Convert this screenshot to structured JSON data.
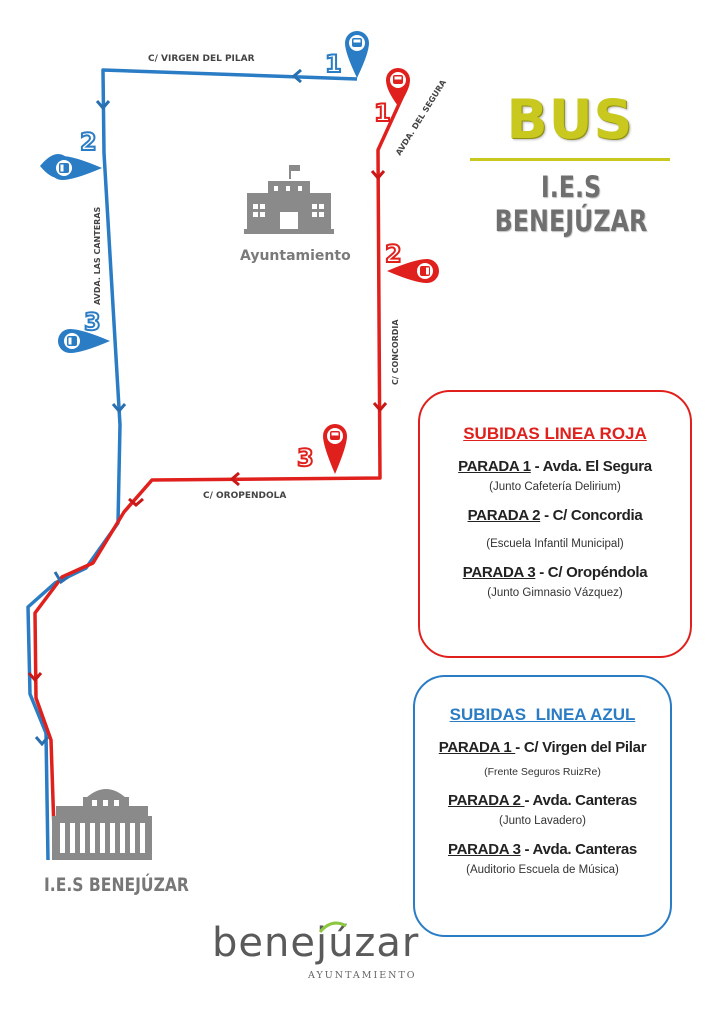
{
  "header": {
    "title": "BUS",
    "subtitle": "I.E.S BENEJÚZAR",
    "title_color": "#c8c81e"
  },
  "map": {
    "streets": {
      "virgen_del_pilar": "C/ VIRGEN DEL PILAR",
      "avda_del_segura": "AVDA. DEL SEGURA",
      "avda_las_canteras": "AVDA. LAS CANTERAS",
      "concordia": "C/ CONCORDIA",
      "oropendola": "C/ OROPENDOLA"
    },
    "landmarks": {
      "town_hall": "Ayuntamiento",
      "school": "I.E.S BENEJÚZAR"
    },
    "red_markers": [
      "1",
      "2",
      "3"
    ],
    "blue_markers": [
      "1",
      "2",
      "3"
    ],
    "colors": {
      "red_line": "#e0201c",
      "blue_line": "#2a7cc4",
      "building": "#8a8a8a"
    }
  },
  "red_box": {
    "title": "SUBIDAS LINEA ROJA",
    "stops": [
      {
        "num": "PARADA 1",
        "sep": " - ",
        "name": "Avda. El Segura",
        "note": "(Junto Cafetería Delirium)"
      },
      {
        "num": "PARADA 2",
        "sep": " - ",
        "name": "C/ Concordia",
        "note": "(Escuela Infantil Municipal)"
      },
      {
        "num": "PARADA 3",
        "sep": " - ",
        "name": "C/ Oropéndola",
        "note": "(Junto Gimnasio Vázquez)"
      }
    ]
  },
  "blue_box": {
    "title": "SUBIDAS  LINEA AZUL",
    "stops": [
      {
        "num": "PARADA 1 ",
        "sep": " - ",
        "name": "C/ Virgen del Pilar",
        "note": "(Frente Seguros RuizRe)"
      },
      {
        "num": "PARADA 2 ",
        "sep": " - ",
        "name": "Avda. Canteras",
        "note": "(Junto Lavadero)"
      },
      {
        "num": "PARADA 3",
        "sep": " - ",
        "name": "Avda. Canteras",
        "note": "(Auditorio Escuela de Música)"
      }
    ]
  },
  "footer": {
    "logo_text": "benejúzar",
    "logo_sub": "AYUNTAMIENTO"
  }
}
